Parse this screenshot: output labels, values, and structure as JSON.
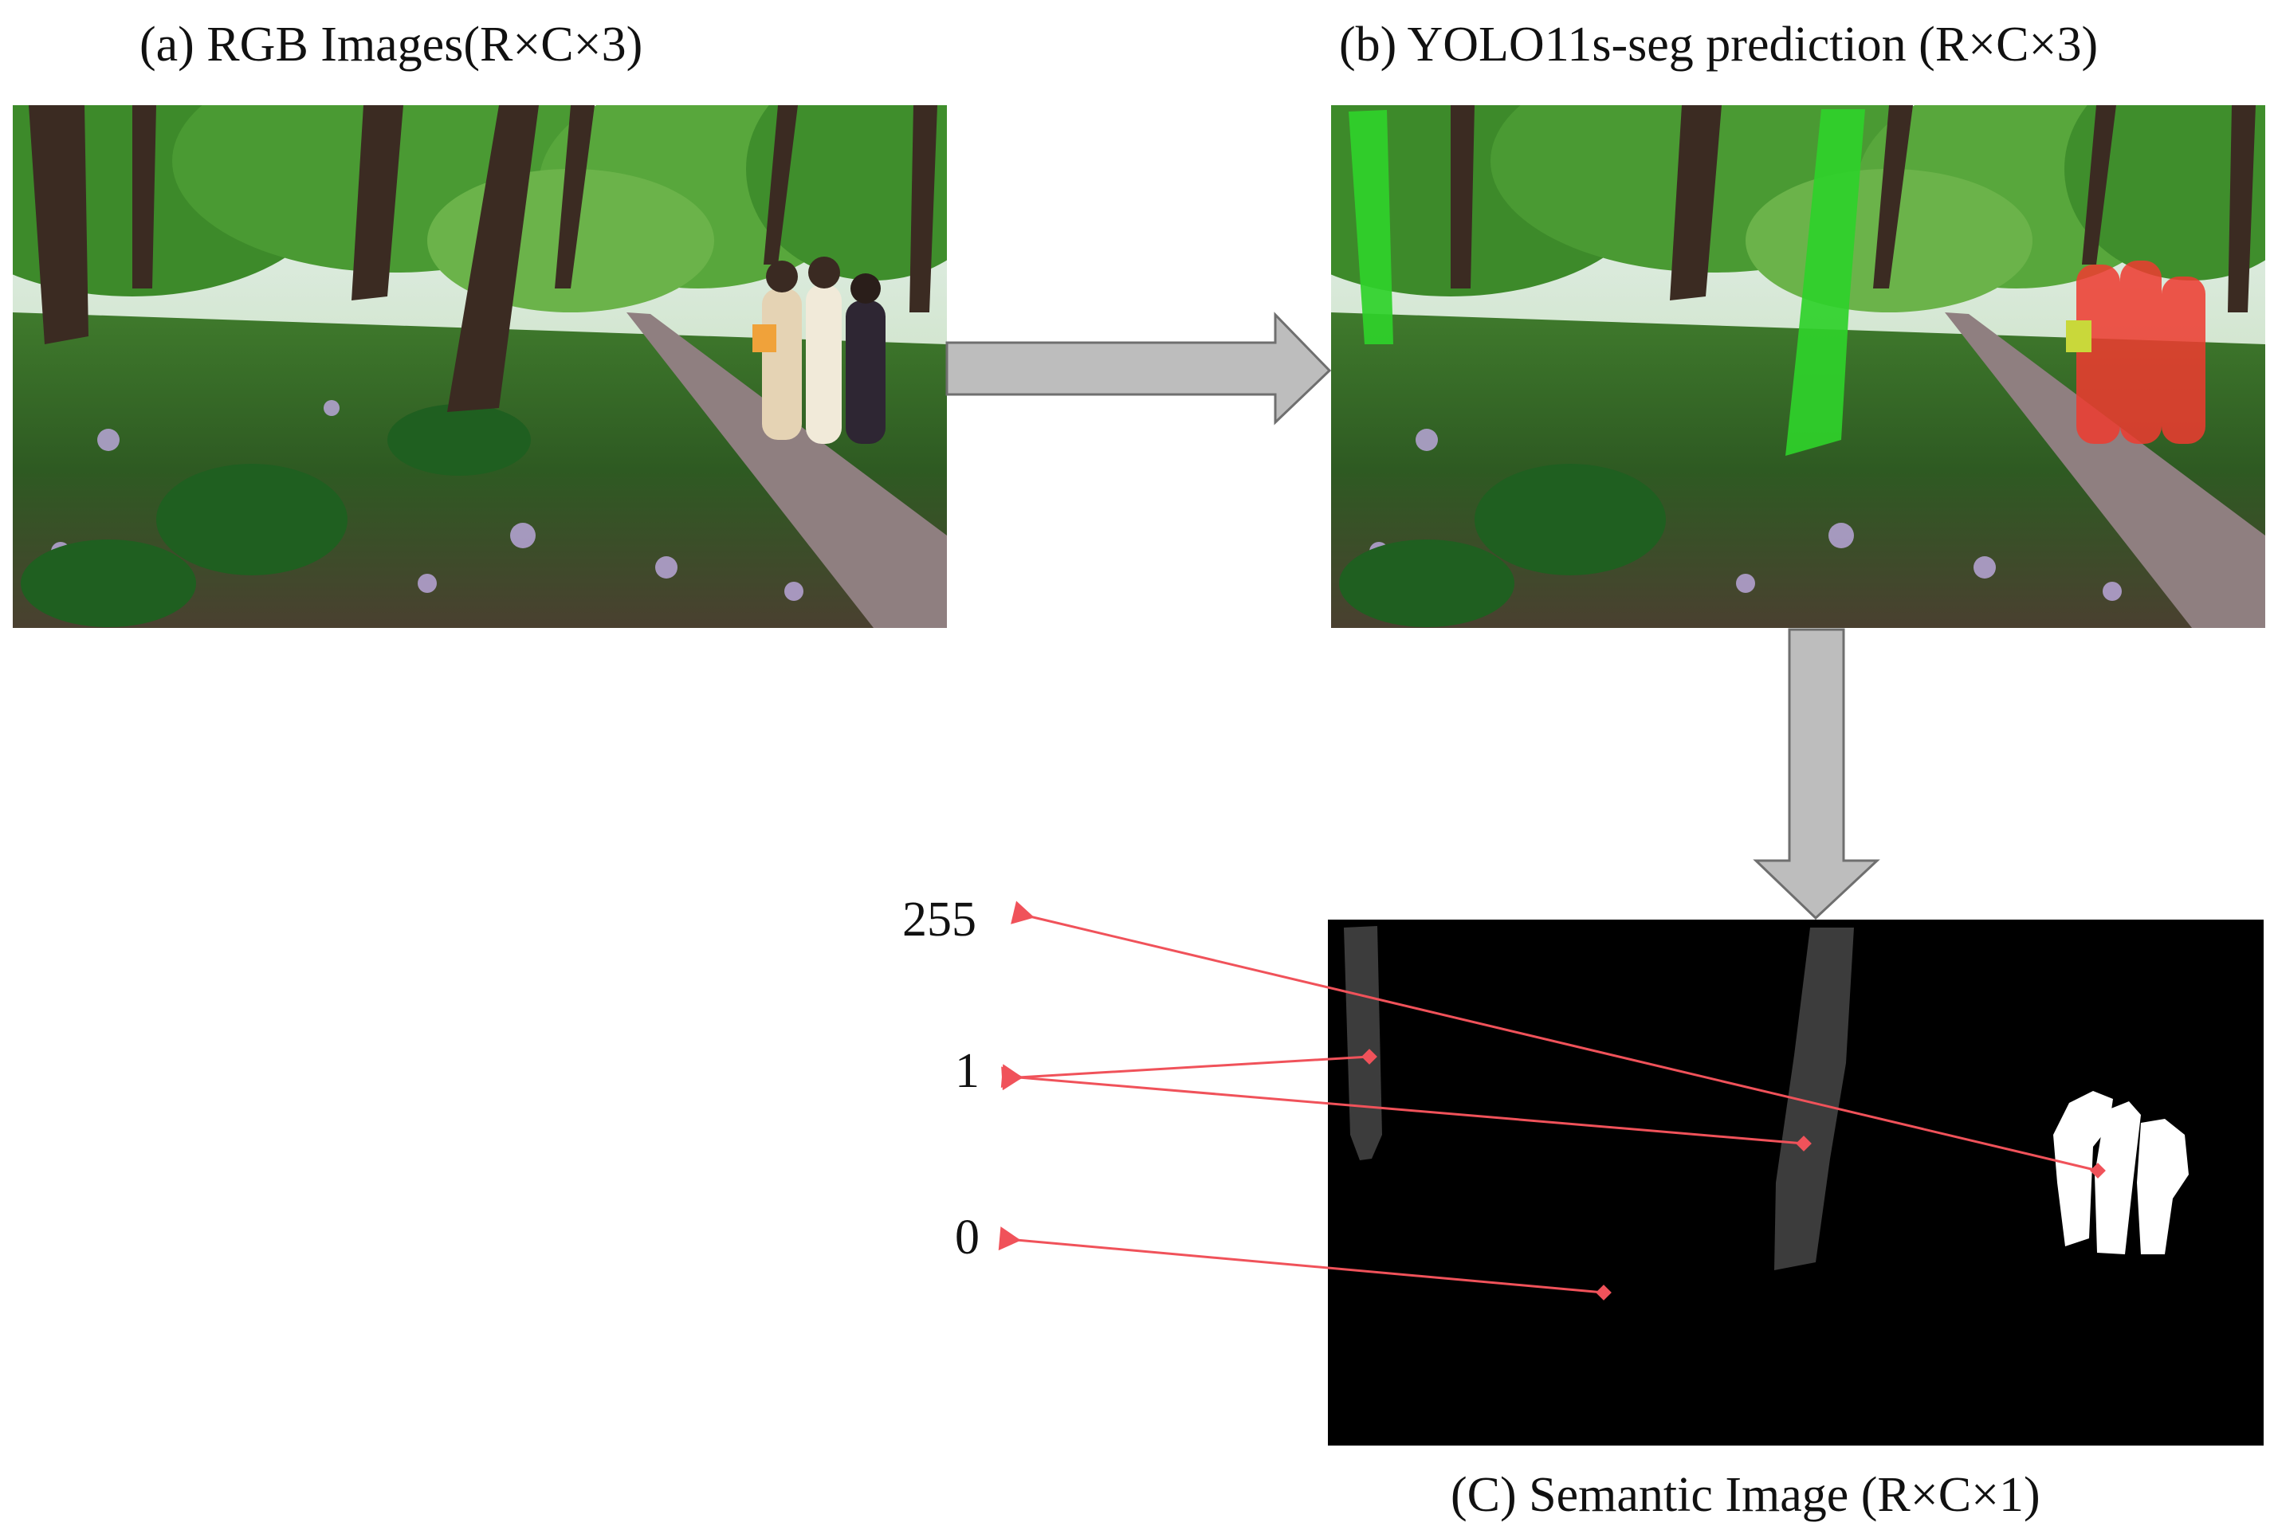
{
  "captions": {
    "a": "(a)  RGB Images(R×C×3)",
    "b": "(b)  YOLO11s-seg prediction (R×C×3)",
    "c": "(C)  Semantic Image (R×C×1)"
  },
  "value_labels": {
    "person": "255",
    "tree": "1",
    "background": "0"
  },
  "colors": {
    "arrow_fill": "#bdbdbd",
    "arrow_stroke": "#6f6f6f",
    "pointer": "#f0525a",
    "tree_mask": "#3c3c3c",
    "person_mask": "#ffffff",
    "seg_tree_overlay": "#2fd12a",
    "seg_person_overlay": "#ef3b30"
  }
}
